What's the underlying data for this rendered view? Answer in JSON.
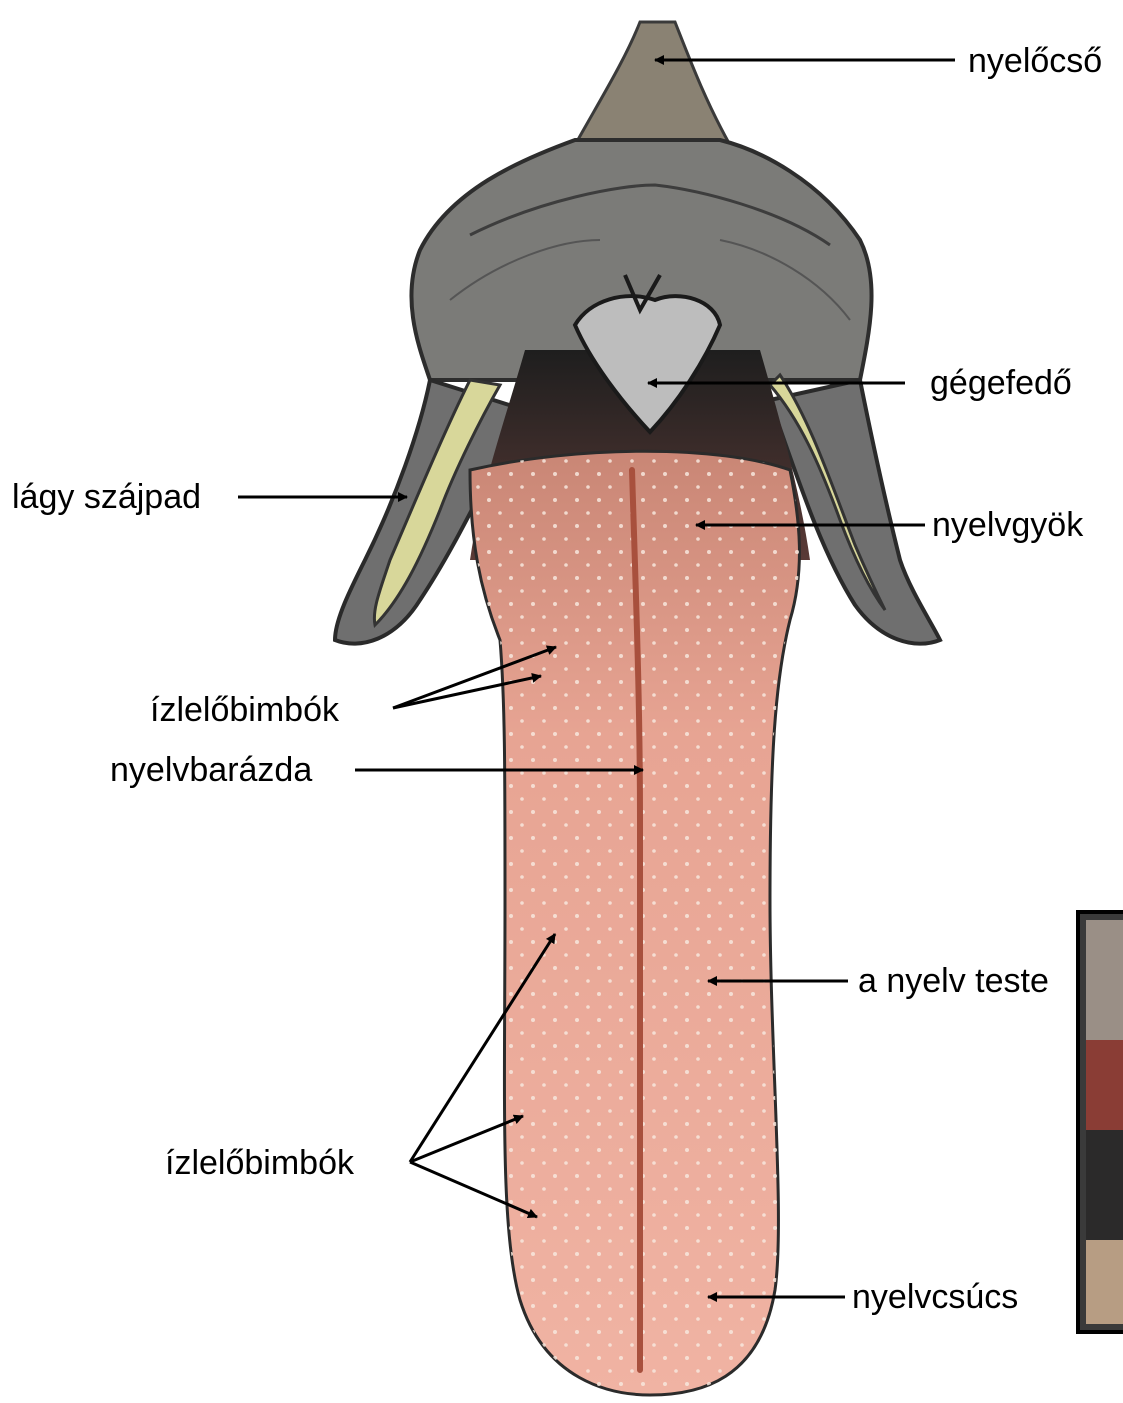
{
  "labels": {
    "esophagus": "nyelőcső",
    "epiglottis": "gégefedő",
    "soft_palate": "lágy szájpad",
    "tongue_root": "nyelvgyök",
    "taste_buds_upper": "ízlelőbimbók",
    "median_groove": "nyelvbarázda",
    "tongue_body": "a nyelv teste",
    "taste_buds_lower": "ízlelőbimbók",
    "tongue_tip": "nyelvcsúcs"
  },
  "colors": {
    "tongue": "#e8a597",
    "tongue_edge": "#c97c6f",
    "groove": "#b2523f",
    "root_dark": "#2a2a2a",
    "pharynx_gray": "#6f6f6f",
    "palate_yellow": "#d8d79a",
    "arrow": "#000000",
    "photo_frame": "#333333"
  }
}
